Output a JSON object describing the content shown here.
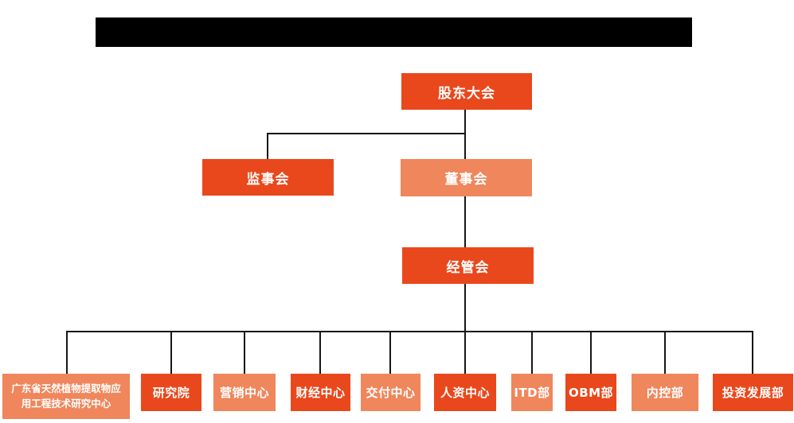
{
  "theme": {
    "primary_color": "#e9481c",
    "secondary_color": "#ef865c",
    "text_color": "#ffffff",
    "line_color": "#161616",
    "background": "#ffffff",
    "redacted_bar_color": "#000000"
  },
  "title_bar": {
    "redacted": true,
    "text": ""
  },
  "org_chart": {
    "root": {
      "label": "股东大会",
      "variant": "primary"
    },
    "level2": [
      {
        "label": "监事会",
        "variant": "primary"
      },
      {
        "label": "董事会",
        "variant": "secondary"
      }
    ],
    "level3": {
      "label": "经管会",
      "variant": "primary"
    },
    "departments": [
      {
        "label": "广东省天然植物提取物应用工程技术研究中心",
        "variant": "secondary"
      },
      {
        "label": "研究院",
        "variant": "primary"
      },
      {
        "label": "营销中心",
        "variant": "secondary"
      },
      {
        "label": "财经中心",
        "variant": "primary"
      },
      {
        "label": "交付中心",
        "variant": "secondary"
      },
      {
        "label": "人资中心",
        "variant": "primary"
      },
      {
        "label": "ITD部",
        "variant": "secondary"
      },
      {
        "label": "OBM部",
        "variant": "primary"
      },
      {
        "label": "内控部",
        "variant": "secondary"
      },
      {
        "label": "投资发展部",
        "variant": "primary"
      }
    ]
  }
}
